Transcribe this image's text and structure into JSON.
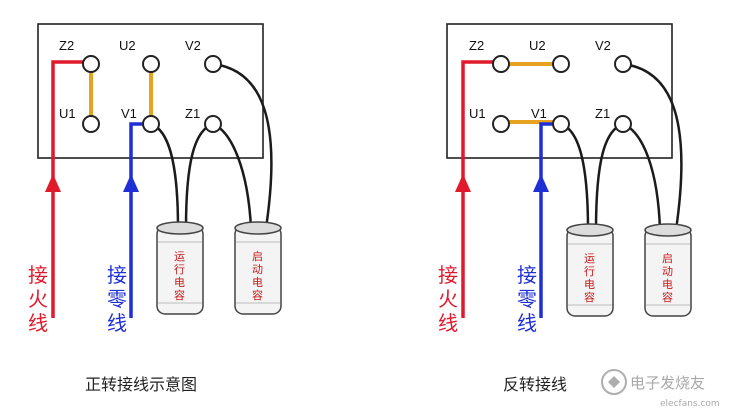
{
  "colors": {
    "live": "#e0192b",
    "neutral": "#1f2fd6",
    "jumper": "#e8a221",
    "cap_wire": "#1b1b1b",
    "cap_text": "#c81a1a"
  },
  "diagrams": [
    {
      "terminals": {
        "z2": "Z2",
        "u2": "U2",
        "v2": "V2",
        "u1": "U1",
        "v1": "V1",
        "z1": "Z1"
      },
      "live_label": [
        "接",
        "火",
        "线"
      ],
      "neutral_label": [
        "接",
        "零",
        "线"
      ],
      "run_cap": [
        "运",
        "行",
        "电",
        "容"
      ],
      "start_cap": [
        "启",
        "动",
        "电",
        "容"
      ],
      "caption": "正转接线示意图"
    },
    {
      "terminals": {
        "z2": "Z2",
        "u2": "U2",
        "v2": "V2",
        "u1": "U1",
        "v1": "V1",
        "z1": "Z1"
      },
      "live_label": [
        "接",
        "火",
        "线"
      ],
      "neutral_label": [
        "接",
        "零",
        "线"
      ],
      "run_cap": [
        "运",
        "行",
        "电",
        "容"
      ],
      "start_cap": [
        "启",
        "动",
        "电",
        "容"
      ],
      "caption": "反转接线"
    }
  ],
  "watermark": {
    "text": "电子发烧友",
    "sub": "elecfans.com"
  }
}
